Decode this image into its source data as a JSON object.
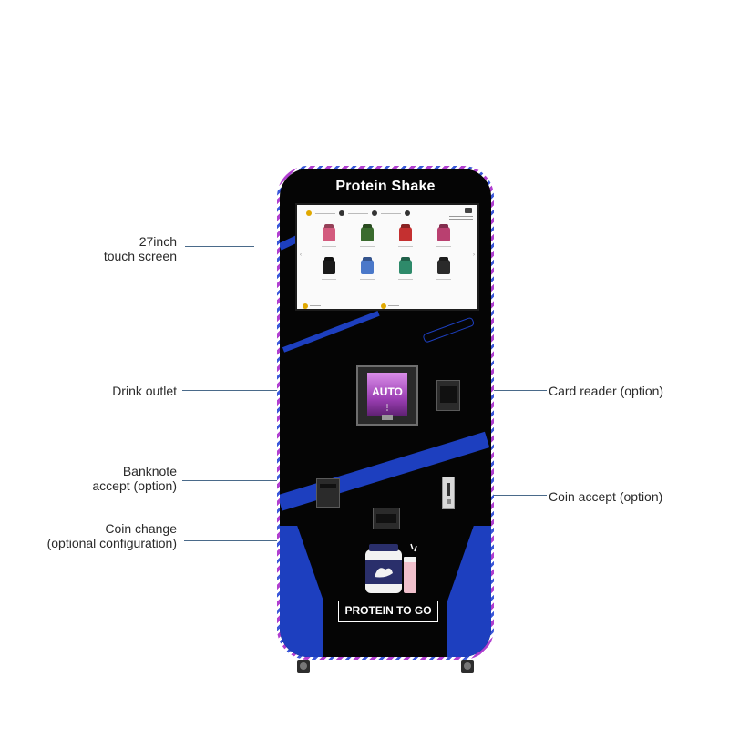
{
  "machine": {
    "brand_title": "Protein Shake",
    "outlet_text": "AUTO",
    "tagline": "PROTEIN TO GO",
    "colors": {
      "body": "#050505",
      "accent_blue": "#1d3fbf",
      "outlet_purple": "#9b3fb3",
      "edge_trim": "#b03fd0"
    }
  },
  "screen": {
    "icons": [
      "home-icon",
      "cup-icon",
      "gear-icon",
      "check-icon"
    ],
    "products_row1": [
      "#d35b7e",
      "#3a6b2e",
      "#c43030",
      "#b94070"
    ],
    "products_row2": [
      "#1a1a1a",
      "#4a78c9",
      "#2e8a6a",
      "#2a2a2a"
    ]
  },
  "callouts": {
    "touch_screen": [
      "27inch",
      "touch screen"
    ],
    "drink_outlet": "Drink outlet",
    "banknote": [
      "Banknote",
      "accept (option)"
    ],
    "coin_change": [
      "Coin change",
      "(optional configuration)"
    ],
    "card_reader": "Card reader (option)",
    "coin_accept": "Coin accept (option)"
  }
}
